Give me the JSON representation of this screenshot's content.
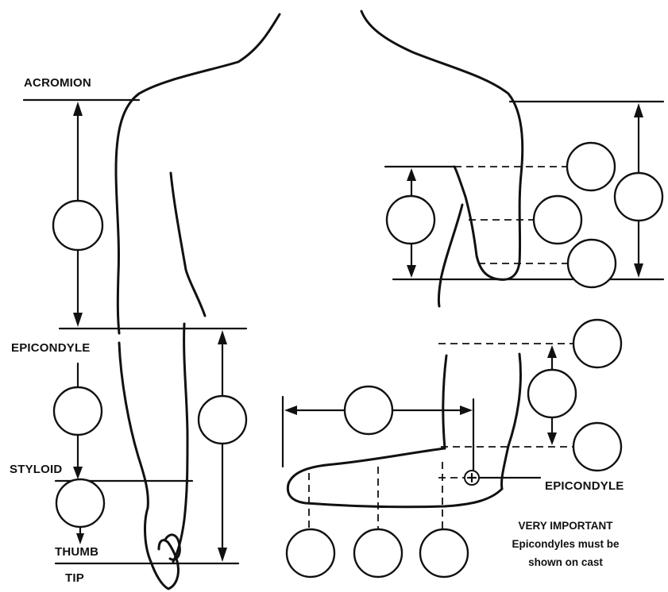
{
  "labels": {
    "acromion": "ACROMION",
    "epicondyle_left": "EPICONDYLE",
    "styloid": "STYLOID",
    "thumb": "THUMB",
    "tip": "TIP",
    "epicondyle_right": "EPICONDYLE"
  },
  "note": {
    "line1": "VERY IMPORTANT",
    "line2": "Epicondyles must be",
    "line3": "shown on cast"
  }
}
